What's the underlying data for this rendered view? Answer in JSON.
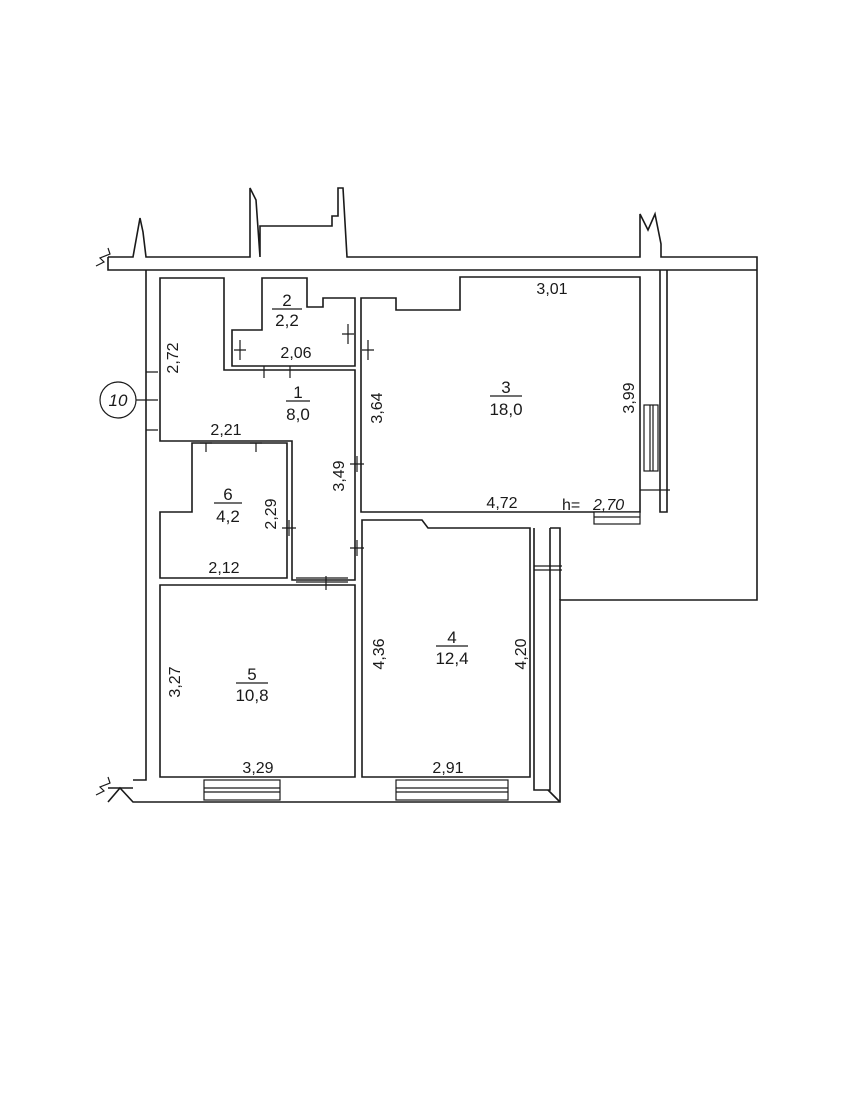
{
  "plan": {
    "axis_marker": "10",
    "ceiling_height": {
      "prefix": "h=",
      "value": "2,70"
    },
    "rooms": [
      {
        "number": "1",
        "area": "8,0"
      },
      {
        "number": "2",
        "area": "2,2"
      },
      {
        "number": "3",
        "area": "18,0"
      },
      {
        "number": "4",
        "area": "12,4"
      },
      {
        "number": "5",
        "area": "10,8"
      },
      {
        "number": "6",
        "area": "4,2"
      }
    ],
    "dimensions": {
      "r1_left": "2,72",
      "r1_bottom": "2,21",
      "r1_right": "3,49",
      "r2_bottom": "2,06",
      "r3_top": "3,01",
      "r3_left": "3,64",
      "r3_right": "3,99",
      "r3_bottom": "4,72",
      "r4_left": "4,36",
      "r4_right": "4,20",
      "r4_bottom": "2,91",
      "r5_left": "3,27",
      "r5_bottom": "3,29",
      "r6_right": "2,29",
      "r6_bottom": "2,12"
    }
  }
}
